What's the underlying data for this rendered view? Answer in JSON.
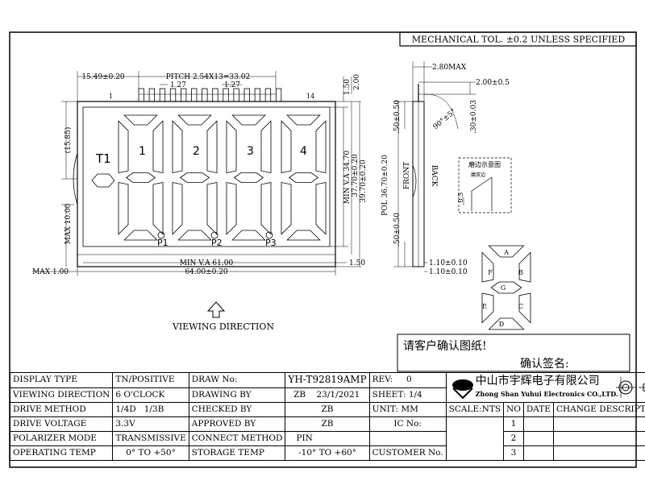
{
  "header": {
    "tolerance_note": "MECHANICAL TOL. ±0.2 UNLESS SPECIFIED"
  },
  "drawing": {
    "pitch": "PITCH 2.54X13=33.02",
    "pin_left_offset": "15.49±0.20",
    "pin_width_1": "1.27",
    "pin_width_2": "1.27",
    "pin_first": "1",
    "pin_last": "14",
    "dim_1_50_top": "1.50",
    "dim_2_00_top": "2.00",
    "dim_15_85": "(15.85)",
    "dim_max_10": "MAX 10.00",
    "dim_max_1": "MAX 1.00",
    "va_height": "MIN V.A 34.70",
    "height_37": "37.70±0.20",
    "height_39": "39.70±0.20",
    "va_width": "MIN V.A 61.00",
    "width_64": "64.00±0.20",
    "dim_1_50_right": "1.50",
    "label_t1": "T1",
    "digit_labels": [
      "1",
      "2",
      "3",
      "4"
    ],
    "point_labels": [
      "P1",
      "P2",
      "P3"
    ],
    "viewing_direction": "VIEWING DIRECTION"
  },
  "side_view": {
    "thickness": "2.80MAX",
    "pin_offset": "2.00±0.5",
    "angle": "90°±5°",
    "pin_length": ".30±0.03",
    "pol": "POL 36.70±0.20",
    "pol_top": ".50±0.50",
    "pol_bottom": ".50±0.50",
    "front": "FRONT",
    "back": "BACK",
    "dim_bottom_1": "1.10±0.10",
    "dim_bottom_2": "1.10±0.10",
    "detail_title": "磨边示意图",
    "detail_sub": "磨双边",
    "detail_dim": "0.5"
  },
  "segments": [
    "A",
    "B",
    "C",
    "D",
    "E",
    "F",
    "G"
  ],
  "customer": {
    "confirm_text": "请客户确认图纸!",
    "signature": "确认签名:"
  },
  "company": {
    "name_cn": "中山市宇辉电子有限公司",
    "name_en": "Zhong Shan Yuhui Electronics CO.,LTD."
  },
  "title_block": {
    "display_type_label": "DISPLAY TYPE",
    "display_type": "TN/POSITIVE",
    "draw_no_label": "DRAW No:",
    "draw_no": "YH-T92819AMP",
    "rev_label": "REV:",
    "rev": "0",
    "viewing_dir_label": "VIEWING DIRECTION",
    "viewing_dir": "6 O'CLOCK",
    "drawing_by_label": "DRAWING BY",
    "drawing_by": "ZB",
    "date": "23/1/2021",
    "sheet_label": "SHEET:",
    "sheet": "1/4",
    "drive_method_label": "DRIVE METHOD",
    "drive_method_duty": "1/4D",
    "drive_method_bias": "1/3B",
    "checked_by_label": "CHECKED BY",
    "checked_by": "ZB",
    "unit_label": "UNIT: MM",
    "scale_label": "SCALE:NTS",
    "no_label": "NO",
    "date_label": "DATE",
    "change_label": "CHANGE DESCRIPTION",
    "drive_voltage_label": "DRIVE VOLTAGE",
    "drive_voltage": "3.3V",
    "approved_by_label": "APPROVED BY",
    "approved_by": "ZB",
    "ic_label": "IC No:",
    "polarizer_label": "POLARIZER MODE",
    "polarizer": "TRANSMISSIVE",
    "connect_label": "CONNECT METHOD",
    "connect": "PIN",
    "op_temp_label": "OPERATING TEMP",
    "op_temp": "0° TO +50°",
    "storage_label": "STORAGE TEMP",
    "storage": "-10° TO +60°",
    "customer_label": "CUSTOMER No.",
    "rows": [
      "1",
      "2",
      "3"
    ]
  }
}
